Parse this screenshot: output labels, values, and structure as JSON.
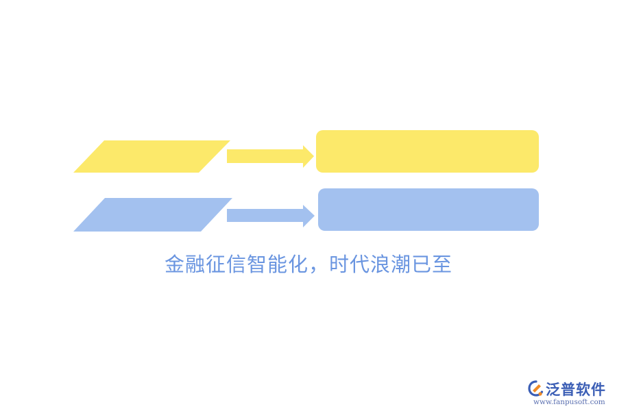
{
  "colors": {
    "row1": "#fce96a",
    "row2": "#a3c1ef",
    "caption": "#6a95e0",
    "logo_blue": "#3b5eb5",
    "logo_orange": "#f08a24"
  },
  "diagram": {
    "rows": [
      {
        "left_shape": "parallelogram",
        "connector": "right-arrow",
        "right_shape": "rounded-rectangle",
        "label": ""
      },
      {
        "left_shape": "parallelogram",
        "connector": "right-arrow",
        "right_shape": "rounded-rectangle",
        "label": ""
      }
    ]
  },
  "caption": "金融征信智能化，时代浪潮已至",
  "logo": {
    "icon": "fanpu-logo-icon",
    "name": "泛普软件",
    "url": "www.fanpusoft.com"
  }
}
